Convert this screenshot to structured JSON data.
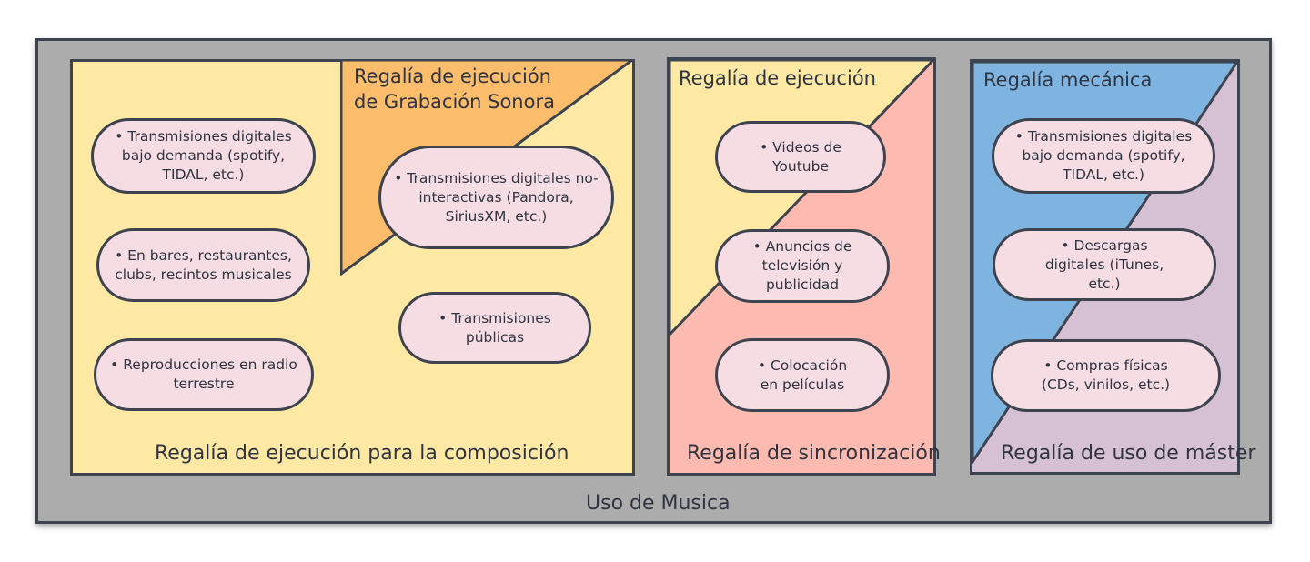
{
  "outer": {
    "label": "Uso de Musica"
  },
  "panel_composition": {
    "corner_label_line1": "Regalía de ejecución",
    "corner_label_line2": "de Grabación Sonora",
    "bottom_label": "Regalía de ejecución para la composición",
    "items": [
      "• Transmisiones digitales bajo demanda (spotify, TIDAL, etc.)",
      "• En bares, restaurantes, clubs, recintos musicales",
      "• Reproducciones en radio terrestre",
      "• Transmisiones digitales no-interactivas (Pandora, SiriusXM, etc.)",
      "• Transmisiones públicas"
    ]
  },
  "panel_sync": {
    "top_label": "Regalía de ejecución",
    "bottom_label": "Regalía de sincronización",
    "items": [
      "• Videos de Youtube",
      "• Anuncios de televisión y publicidad",
      "• Colocación en películas"
    ]
  },
  "panel_mechanical": {
    "top_label": "Regalía mecánica",
    "bottom_label": "Regalía de uso de máster",
    "items": [
      "• Transmisiones digitales bajo demanda (spotify, TIDAL, etc.)",
      "• Descargas digitales (iTunes, etc.)",
      "• Compras físicas (CDs, vinilos, etc.)"
    ]
  },
  "colors": {
    "yellow": "#fde9a4",
    "orange": "#fbbd6c",
    "salmon": "#fdbab0",
    "blue": "#7fb4e0",
    "mauve": "#d6c0d4",
    "pill": "#f6dde4",
    "border": "#3e4350",
    "gray": "#acacac"
  }
}
